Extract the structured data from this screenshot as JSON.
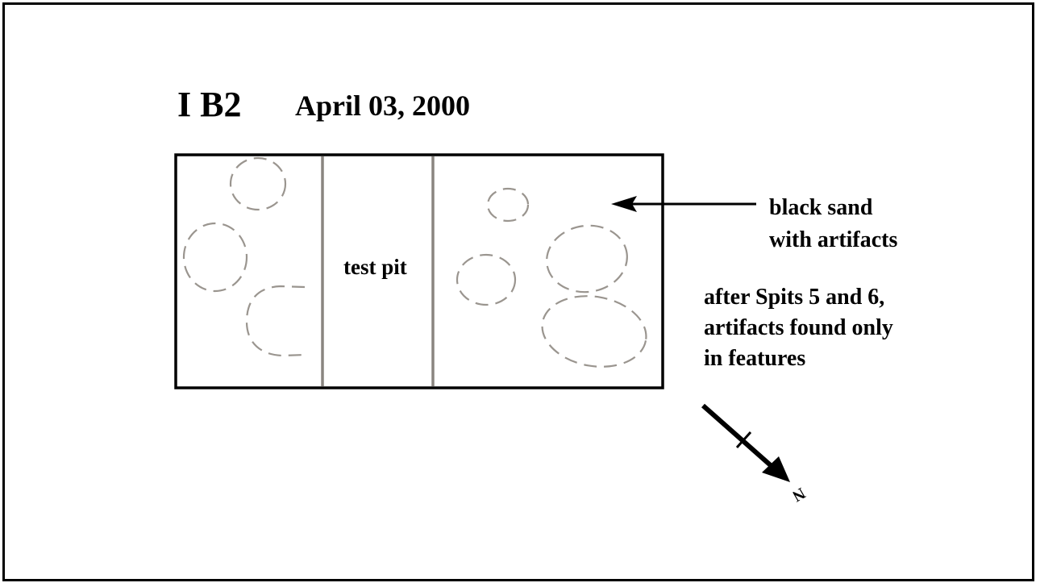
{
  "header": {
    "unit_id": "I B2",
    "date": "April 03, 2000"
  },
  "plan": {
    "test_pit_label": "test pit"
  },
  "annotations": {
    "black_sand": [
      "black sand",
      "with artifacts"
    ],
    "note": [
      "after Spits 5 and 6,",
      "artifacts found only",
      "in features"
    ]
  },
  "north_arrow": {
    "label": "N"
  },
  "colors": {
    "outline": "#000000",
    "pit_walls": "#8a8580",
    "features": "#9a958f"
  },
  "icons": {
    "north_arrow": "north-arrow-icon",
    "pointer_arrow": "arrow-left-icon"
  }
}
